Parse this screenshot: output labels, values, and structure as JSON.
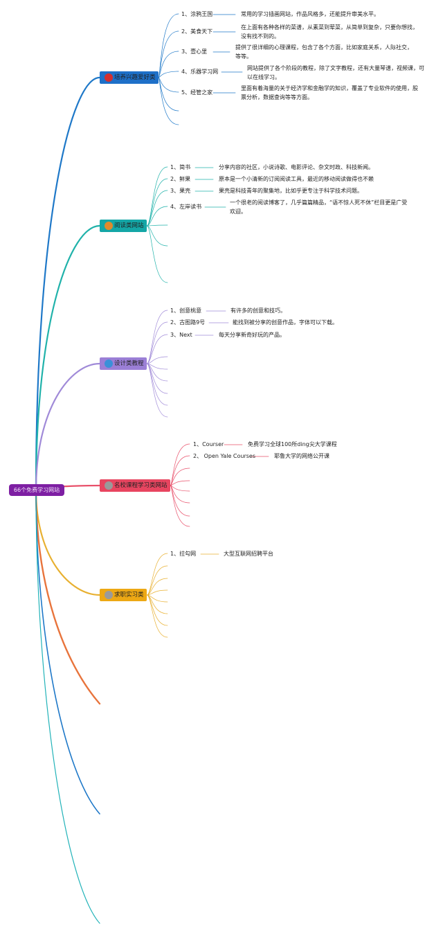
{
  "root": {
    "label": "66个免费学习网站",
    "color": "#7e1fa3"
  },
  "categories": [
    {
      "label": "培养兴趣爱好类",
      "box_color": "#1e70c8",
      "dot_color": "#d32f2f",
      "line_color": "#1e78c8",
      "items": [
        {
          "label": "1、涂鸦王国",
          "desc": "常用的学习插画网站，作品风格多，还能提升审美水平。"
        },
        {
          "label": "2、美食天下",
          "desc": "在上面有各种各样的菜谱，从素菜到荤菜，从简单到复杂，只要你想找，没有找不到的。"
        },
        {
          "label": "3、壹心里",
          "desc": "提供了很详细的心理课程，包含了各个方面，比如家庭关系，人际社交，等等。"
        },
        {
          "label": "4、乐器学习网",
          "desc": "网站提供了各个阶段的教程，除了文字教程，还有大量琴谱，视频课，可以在线学习。"
        },
        {
          "label": "5、经管之家",
          "desc": "里面有着海量的关于经济学和金融学的知识，覆盖了专业软件的使用，股票分析，数据查询等等方面。"
        }
      ]
    },
    {
      "label": "阅读类网站",
      "box_color": "#14a6a6",
      "dot_color": "#e08a2c",
      "line_color": "#20b2aa",
      "items": [
        {
          "label": "1、简书",
          "desc": "分享内容的社区，小说诗歌、电影评论、杂文时政、科技新闻。"
        },
        {
          "label": "2、鲜果",
          "desc": "原本是一个小清新的订阅阅读工具，最近的移动阅读做得也不赖"
        },
        {
          "label": "3、果壳",
          "desc": "果壳是科技青年的聚集地，比如乎更专注于科学技术问题。"
        },
        {
          "label": "4、左岸读书",
          "desc": "一个很老的阅读博客了，几乎篇篇精品，“语不惊人死不休”栏目更是广受欢迎。"
        }
      ]
    },
    {
      "label": "设计类教程",
      "box_color": "#9b7fd6",
      "dot_color": "#3a90d8",
      "line_color": "#a08ad8",
      "items": [
        {
          "label": "1、创意桃意",
          "desc": "有许多的创意和技巧。"
        },
        {
          "label": "2、古图路9号",
          "desc": "能找到被分享的创意作品，字体可以下载。"
        },
        {
          "label": "3、Next",
          "desc": "每天分享新奇好玩的产品。"
        }
      ]
    },
    {
      "label": "名校课程学习类网站",
      "box_color": "#e84560",
      "dot_color": "#9a9a9a",
      "line_color": "#e8506a",
      "items": [
        {
          "label": "1、Courser",
          "desc": "免费学习全球100所ding尖大学课程"
        },
        {
          "label": "2、 Open Yale Courses",
          "desc": "耶鲁大学的网络公开课"
        }
      ]
    },
    {
      "label": "求职实习类",
      "box_color": "#eda814",
      "dot_color": "#9a9a9a",
      "line_color": "#e8b030",
      "items": [
        {
          "label": "1、拉勾网",
          "desc": "大型互联网招聘平台"
        }
      ]
    }
  ],
  "extra_branch_colors": [
    "#e8743c",
    "#1e78c8",
    "#20b2b8"
  ]
}
